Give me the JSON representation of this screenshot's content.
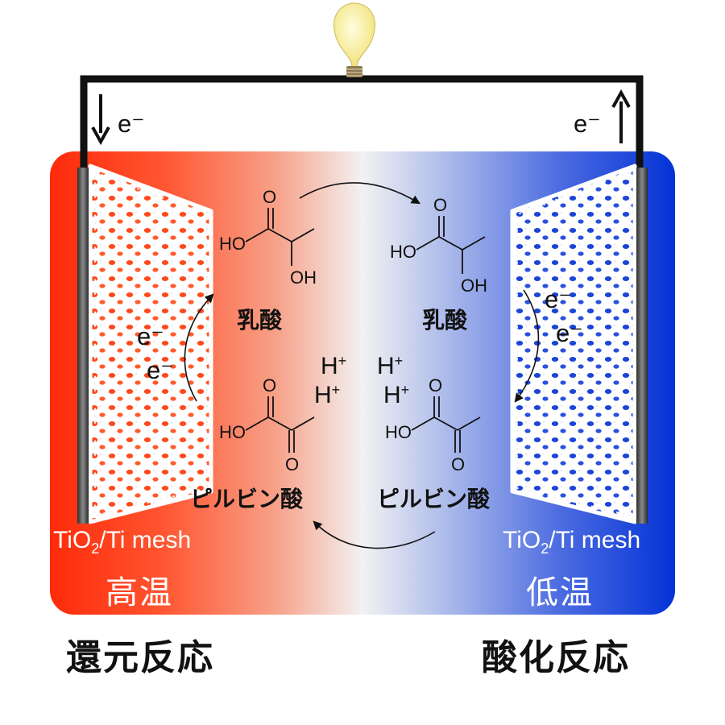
{
  "colors": {
    "hot": "#ff2a0a",
    "cold": "#0433d6",
    "middle": "#f2f2f2",
    "wire": "#111111",
    "electrode": "#555555",
    "bulb": "#f7ef9a"
  },
  "icons": {
    "lamp": "lightbulb-icon",
    "left_arrow": "arrow-down-icon",
    "right_arrow": "arrow-up-icon"
  },
  "electrons": {
    "left_wire": "e⁻",
    "right_wire": "e⁻",
    "left_mesh": [
      "e⁻",
      "e⁻"
    ],
    "right_mesh": [
      "e⁻",
      "e⁻"
    ]
  },
  "protons": {
    "left": [
      "H",
      "H"
    ],
    "right": [
      "H",
      "H"
    ],
    "charge": "+"
  },
  "molecules": {
    "lactic_acid": {
      "name": "乳酸",
      "labels": {
        "ho": "HO",
        "o": "O",
        "oh": "OH"
      }
    },
    "pyruvic_acid": {
      "name": "ピルビン酸",
      "labels": {
        "ho": "HO",
        "o_top": "O",
        "o_bottom": "O"
      }
    }
  },
  "electrodes": {
    "left": {
      "material": "TiO",
      "subscript": "2",
      "material_rest": "/Ti mesh",
      "temperature": "高温",
      "reaction": "還元反応"
    },
    "right": {
      "material": "TiO",
      "subscript": "2",
      "material_rest": "/Ti mesh",
      "temperature": "低温",
      "reaction": "酸化反応"
    }
  }
}
